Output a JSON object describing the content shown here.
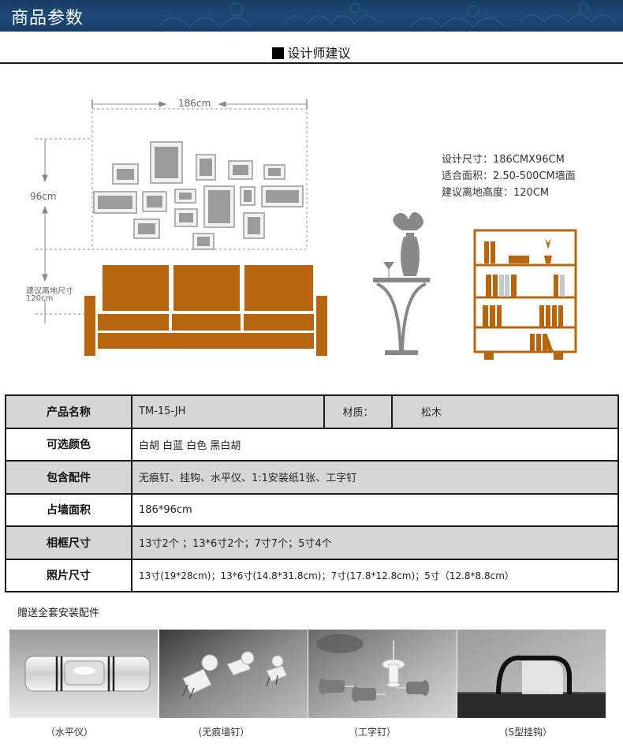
{
  "header": {
    "title": "商品参数"
  },
  "section": {
    "title": "设计师建议"
  },
  "diagram": {
    "width_label": "186cm",
    "height_label": "96cm",
    "floor_label_1": "建议离地尺寸",
    "floor_label_2": "120cm"
  },
  "design_specs": [
    "设计尺寸：186CMX96CM",
    "适合面积：2.50-500CM墙面",
    "建议离地高度：120CM"
  ],
  "table": {
    "rows": [
      {
        "label": "产品名称",
        "value": "TM-15-JH",
        "extra_label": "材质：",
        "extra_value": "松木"
      },
      {
        "label": "可选颜色",
        "value": "白胡 白蓝 白色  黑白胡"
      },
      {
        "label": "包含配件",
        "value": "无痕钉、挂钩、水平仪、1:1安装纸1张、工字钉"
      },
      {
        "label": "占墙面积",
        "value": "186*96cm"
      },
      {
        "label": "相框尺寸",
        "value": "13寸2个 ；13*6寸2个；7寸7个；5寸4个"
      },
      {
        "label": "照片尺寸",
        "value": "13寸(19*28cm)；13*6寸(14.8*31.8cm)；7寸(17.8*12.8cm)；5寸（12.8*8.8cm）"
      }
    ]
  },
  "gifts": {
    "title": "赠送全套安装配件",
    "items": [
      {
        "caption": "（水平仪）"
      },
      {
        "caption": "(无痕墙钉）"
      },
      {
        "caption": "（工字钉）"
      },
      {
        "caption": "(S型挂钩）"
      }
    ]
  },
  "colors": {
    "header_bg": "#1e4a78",
    "furniture": "#b8650f",
    "table_grey": "#d6d6d6"
  }
}
